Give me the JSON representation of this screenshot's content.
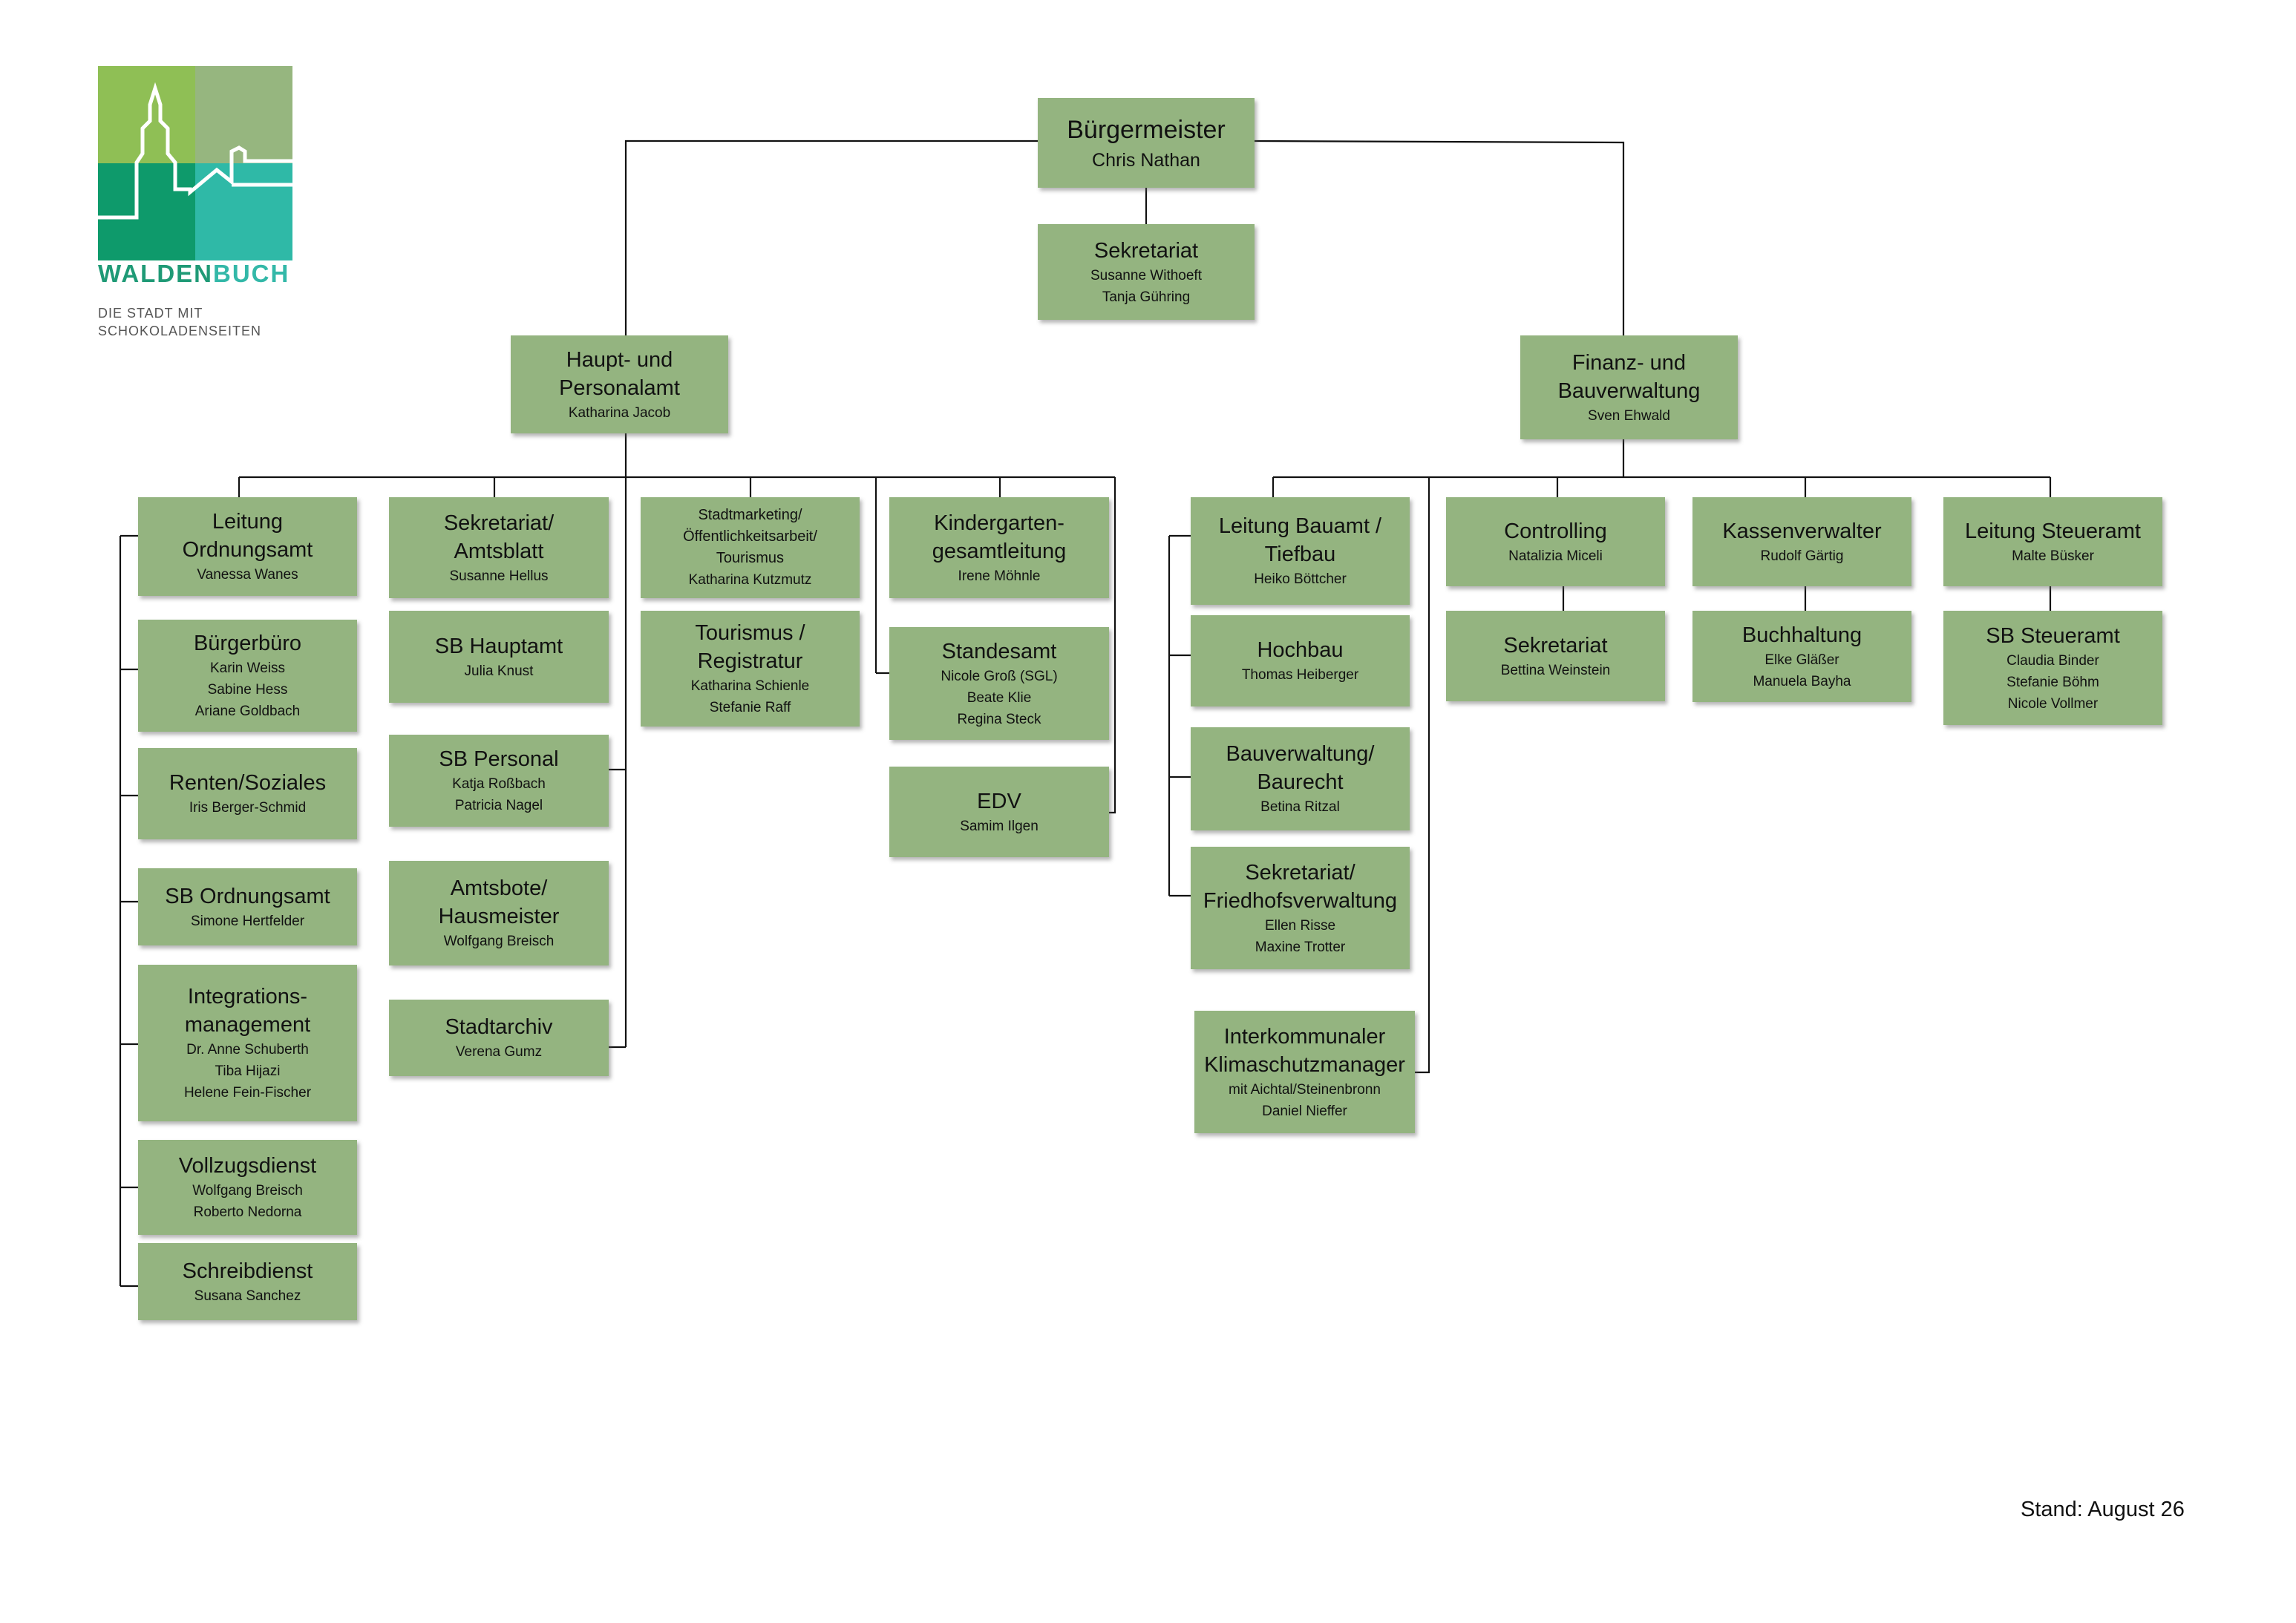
{
  "logo": {
    "wordmark_part1": "WALDEN",
    "wordmark_part2": "BUCH",
    "tagline": "DIE STADT MIT\nSCHOKOLADENSEITEN",
    "colors": [
      "#8fbf55",
      "#96b67f",
      "#0e9a6b",
      "#2fb9a7"
    ]
  },
  "footer": {
    "stand": "Stand: August 26"
  },
  "org": {
    "buergermeister": {
      "title": "Bürgermeister",
      "names": "Chris Nathan"
    },
    "sekretariat_bm": {
      "title": "Sekretariat",
      "names": "Susanne Withoeft\nTanja Gühring"
    },
    "hauptamt": {
      "title": "Haupt- und\nPersonalamt",
      "names": "Katharina Jacob"
    },
    "finanz": {
      "title": "Finanz- und\nBauverwaltung",
      "names": "Sven Ehwald"
    },
    "ordnungsamt": {
      "title": "Leitung\nOrdnungsamt",
      "names": "Vanessa Wanes"
    },
    "buergerbuero": {
      "title": "Bürgerbüro",
      "names": "Karin Weiss\nSabine Hess\nAriane Goldbach"
    },
    "renten": {
      "title": "Renten/Soziales",
      "names": "Iris Berger-Schmid"
    },
    "sb_ordnungsamt": {
      "title": "SB Ordnungsamt",
      "names": "Simone Hertfelder"
    },
    "integration": {
      "title": "Integrations-\nmanagement",
      "names": "Dr. Anne Schuberth\nTiba Hijazi\nHelene Fein-Fischer"
    },
    "vollzug": {
      "title": "Vollzugsdienst",
      "names": "Wolfgang Breisch\nRoberto Nedorna"
    },
    "schreibdienst": {
      "title": "Schreibdienst",
      "names": "Susana Sanchez"
    },
    "sekr_amtsblatt": {
      "title": "Sekretariat/\nAmtsblatt",
      "names": "Susanne Hellus"
    },
    "sb_hauptamt": {
      "title": "SB Hauptamt",
      "names": "Julia Knust"
    },
    "sb_personal": {
      "title": "SB Personal",
      "names": "Katja Roßbach\nPatricia Nagel"
    },
    "amtsbote": {
      "title": "Amtsbote/\nHausmeister",
      "names": "Wolfgang Breisch"
    },
    "stadtarchiv": {
      "title": "Stadtarchiv",
      "names": "Verena Gumz"
    },
    "stadtmarketing": {
      "title": "Stadtmarketing/\nÖffentlichkeitsarbeit/\nTourismus",
      "names": "Katharina Kutzmutz"
    },
    "tourismus": {
      "title": "Tourismus /\nRegistratur",
      "names": "Katharina Schienle\nStefanie Raff"
    },
    "kindergarten": {
      "title": "Kindergarten-\ngesamtleitung",
      "names": "Irene Möhnle"
    },
    "standesamt": {
      "title": "Standesamt",
      "names": "Nicole Groß (SGL)\nBeate Klie\nRegina Steck"
    },
    "edv": {
      "title": "EDV",
      "names": "Samim Ilgen"
    },
    "bauamt": {
      "title": "Leitung Bauamt /\nTiefbau",
      "names": "Heiko Böttcher"
    },
    "hochbau": {
      "title": "Hochbau",
      "names": "Thomas Heiberger"
    },
    "baurecht": {
      "title": "Bauverwaltung/\nBaurecht",
      "names": "Betina Ritzal"
    },
    "friedhof": {
      "title": "Sekretariat/\nFriedhofsverwaltung",
      "names": "Ellen Risse\nMaxine Trotter"
    },
    "klima": {
      "title": "Interkommunaler\nKlimaschutzmanager",
      "names": "mit Aichtal/Steinenbronn\nDaniel Nieffer"
    },
    "controlling": {
      "title": "Controlling",
      "names": "Natalizia Miceli"
    },
    "sekr_controlling": {
      "title": "Sekretariat",
      "names": "Bettina Weinstein"
    },
    "kassenverwalter": {
      "title": "Kassenverwalter",
      "names": "Rudolf Gärtig"
    },
    "buchhaltung": {
      "title": "Buchhaltung",
      "names": "Elke Gläßer\nManuela Bayha"
    },
    "steueramt": {
      "title": "Leitung Steueramt",
      "names": "Malte Büsker"
    },
    "sb_steueramt": {
      "title": "SB Steueramt",
      "names": "Claudia Binder\nStefanie Böhm\nNicole Vollmer"
    }
  }
}
